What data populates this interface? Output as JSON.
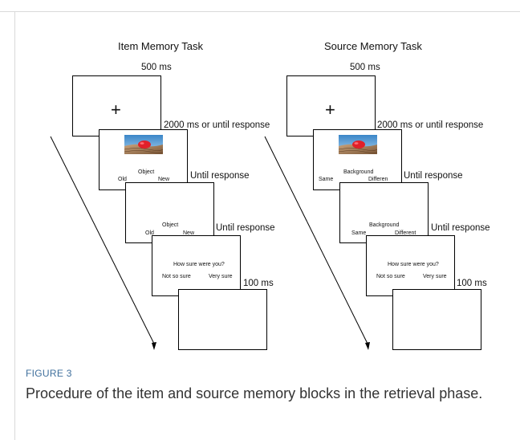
{
  "panels": [
    {
      "title": "Item Memory Task",
      "fixation_timing": "500 ms",
      "fixation_symbol": "+",
      "image_timing": "2000 ms or until response",
      "image_prompt": "Object",
      "image_left": "Old",
      "image_right": "New",
      "image_response": "Until response",
      "noimage_prompt": "Object",
      "noimage_left": "Old",
      "noimage_right": "New",
      "noimage_response": "Until response",
      "confidence_question": "How sure were you?",
      "confidence_left": "Not so sure",
      "confidence_right": "Very sure",
      "blank_timing": "100 ms"
    },
    {
      "title": "Source Memory Task",
      "fixation_timing": "500 ms",
      "fixation_symbol": "+",
      "image_timing": "2000 ms or until response",
      "image_prompt": "Background",
      "image_left": "Same",
      "image_right": "Differen",
      "image_response": "Until response",
      "noimage_prompt": "Background",
      "noimage_left": "Same",
      "noimage_right": "Different",
      "noimage_response": "Until response",
      "confidence_question": "How sure were you?",
      "confidence_left": "Not so sure",
      "confidence_right": "Very sure",
      "blank_timing": "100 ms"
    }
  ],
  "figure": {
    "label": "FIGURE 3",
    "caption": "Procedure of the item and source memory blocks in the retrieval phase."
  },
  "colors": {
    "figure_label": "#3f6f9c",
    "caption": "#333333",
    "object_red": "#e0202a"
  }
}
